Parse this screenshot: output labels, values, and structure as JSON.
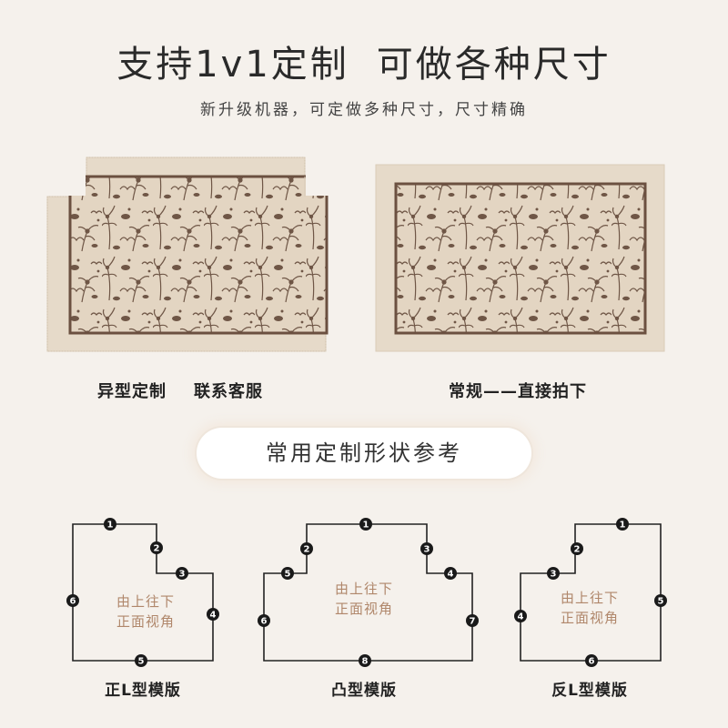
{
  "header": {
    "title_part1": "支持1v1定制",
    "title_part2": "可做各种尺寸",
    "subtitle": "新升级机器，可定做多种尺寸，尺寸精确"
  },
  "rugs": {
    "left_caption_1": "异型定制",
    "left_caption_2": "联系客服",
    "right_caption": "常规——直接拍下"
  },
  "section": {
    "pill_label": "常用定制形状参考"
  },
  "shapes": [
    {
      "caption": "正L型模版",
      "note_line1": "由上往下",
      "note_line2": "正面视角",
      "points": [
        "1",
        "2",
        "3",
        "4",
        "5",
        "6"
      ]
    },
    {
      "caption": "凸型模版",
      "note_line1": "由上往下",
      "note_line2": "正面视角",
      "points": [
        "1",
        "2",
        "3",
        "4",
        "5",
        "6",
        "7",
        "8"
      ]
    },
    {
      "caption": "反L型模版",
      "note_line1": "由上往下",
      "note_line2": "正面视角",
      "points": [
        "1",
        "2",
        "3",
        "4",
        "5",
        "6"
      ]
    }
  ],
  "colors": {
    "background": "#f5f1ec",
    "rug_border": "#e6dac9",
    "rug_line": "#6b5040",
    "pattern_bg": "#e3d5c2",
    "pattern_ink": "#6f5646",
    "accent_text": "#b0876b"
  }
}
